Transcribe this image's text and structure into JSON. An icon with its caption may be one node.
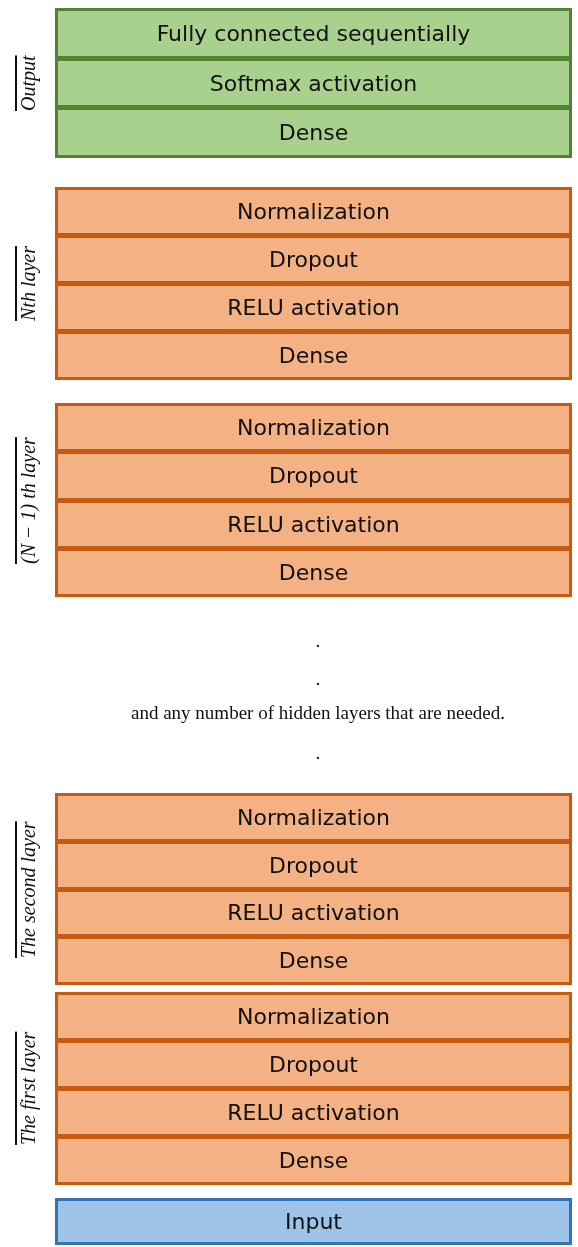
{
  "diagram": {
    "nodes": [
      {
        "text": [
          "Output"
        ]
      },
      {
        "text": [
          "Fully connected sequentially"
        ],
        "in": 0
      },
      {
        "text": [
          "Softmax activation"
        ],
        "in": 0
      },
      {
        "text": [
          "Dense"
        ],
        "in": 0
      },
      {
        "text": [
          "Nth layer"
        ]
      },
      {
        "text": [
          "Normalization"
        ],
        "in": 4
      },
      {
        "text": [
          "Dropout"
        ],
        "in": 4
      },
      {
        "text": [
          "RELU activation"
        ],
        "in": 4
      },
      {
        "text": [
          "Dense"
        ],
        "in": 4
      },
      {
        "text": [
          "(N − 1) th layer"
        ]
      },
      {
        "text": [
          "Normalization"
        ],
        "in": 9
      },
      {
        "text": [
          "Dropout"
        ],
        "in": 9
      },
      {
        "text": [
          "RELU activation"
        ],
        "in": 9
      },
      {
        "text": [
          "Dense"
        ],
        "in": 9
      },
      {
        "text": [
          "The second layer"
        ]
      },
      {
        "text": [
          "Normalization"
        ],
        "in": 14
      },
      {
        "text": [
          "Dropout"
        ],
        "in": 14
      },
      {
        "text": [
          "RELU activation"
        ],
        "in": 14
      },
      {
        "text": [
          "Dense"
        ],
        "in": 14
      },
      {
        "text": [
          "The first layer"
        ]
      },
      {
        "text": [
          "Normalization"
        ],
        "in": 19
      },
      {
        "text": [
          "Dropout"
        ],
        "in": 19
      },
      {
        "text": [
          "RELU activation"
        ],
        "in": 19
      },
      {
        "text": [
          "Dense"
        ],
        "in": 19
      },
      {
        "text": [
          "Input"
        ]
      }
    ],
    "edges": [],
    "labels": [
      ".",
      ".",
      "and any number of hidden layers that are needed.",
      "."
    ]
  }
}
